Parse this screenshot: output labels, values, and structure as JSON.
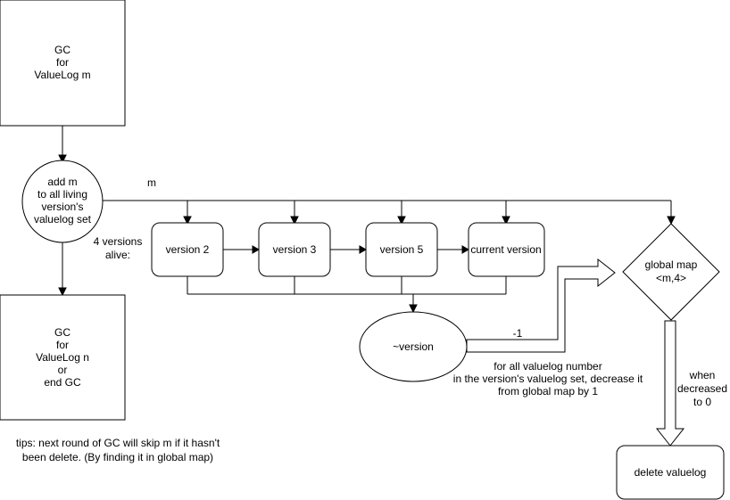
{
  "nodes": {
    "gc_m": [
      "GC",
      "for",
      "ValueLog m"
    ],
    "add_m": [
      "add m",
      "to all living",
      "version's",
      "valuelog set"
    ],
    "gc_n": [
      "GC",
      "for",
      "ValueLog n",
      "or",
      "end GC"
    ],
    "version2": "version 2",
    "version3": "version 3",
    "version5": "version 5",
    "current_version": "current version",
    "destroy_version": "~version",
    "global_map": [
      "global map",
      "<m,4>"
    ],
    "delete_valuelog": "delete valuelog"
  },
  "labels": {
    "m_edge": "m",
    "versions_alive": [
      "4 versions",
      "alive:"
    ],
    "minus_one": "-1",
    "decrease_note": [
      "for all valuelog number",
      "in the version's valuelog set, decrease it",
      "from global map by 1"
    ],
    "when_zero": [
      "when",
      "decreased",
      "to 0"
    ],
    "tips": [
      "tips: next round of GC will skip m if it hasn't",
      "been delete. (By finding it in global map)"
    ]
  }
}
